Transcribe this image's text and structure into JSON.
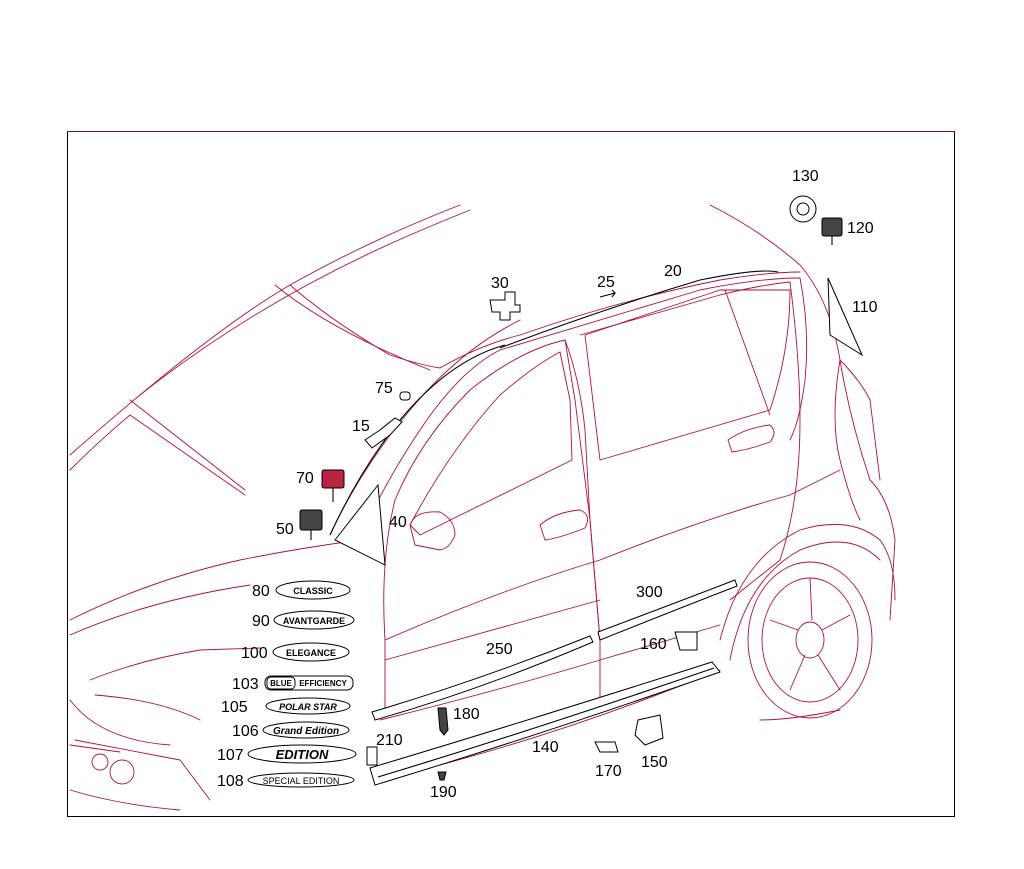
{
  "callouts": {
    "c130": "130",
    "c120": "120",
    "c110": "110",
    "c30": "30",
    "c25": "25",
    "c20": "20",
    "c75": "75",
    "c15": "15",
    "c70": "70",
    "c50": "50",
    "c40": "40",
    "c80": "80",
    "c90": "90",
    "c100": "100",
    "c103": "103",
    "c105": "105",
    "c106": "106",
    "c107": "107",
    "c108": "108",
    "c300": "300",
    "c250": "250",
    "c160": "160",
    "c180": "180",
    "c210": "210",
    "c140": "140",
    "c170": "170",
    "c150": "150",
    "c190": "190"
  },
  "badges": {
    "classic": "CLASSIC",
    "avantgarde": "AVANTGARDE",
    "elegance": "ELEGANCE",
    "blue": "BLUE",
    "efficiency": "EFFICIENCY",
    "polar_star": "POLAR STAR",
    "grand_edition": "Grand Edition",
    "edition": "EDITION",
    "special_edition": "SPECIAL EDITION"
  },
  "colors": {
    "line_art": "#b0103a",
    "frame": "#000000",
    "parts": "#000000"
  }
}
